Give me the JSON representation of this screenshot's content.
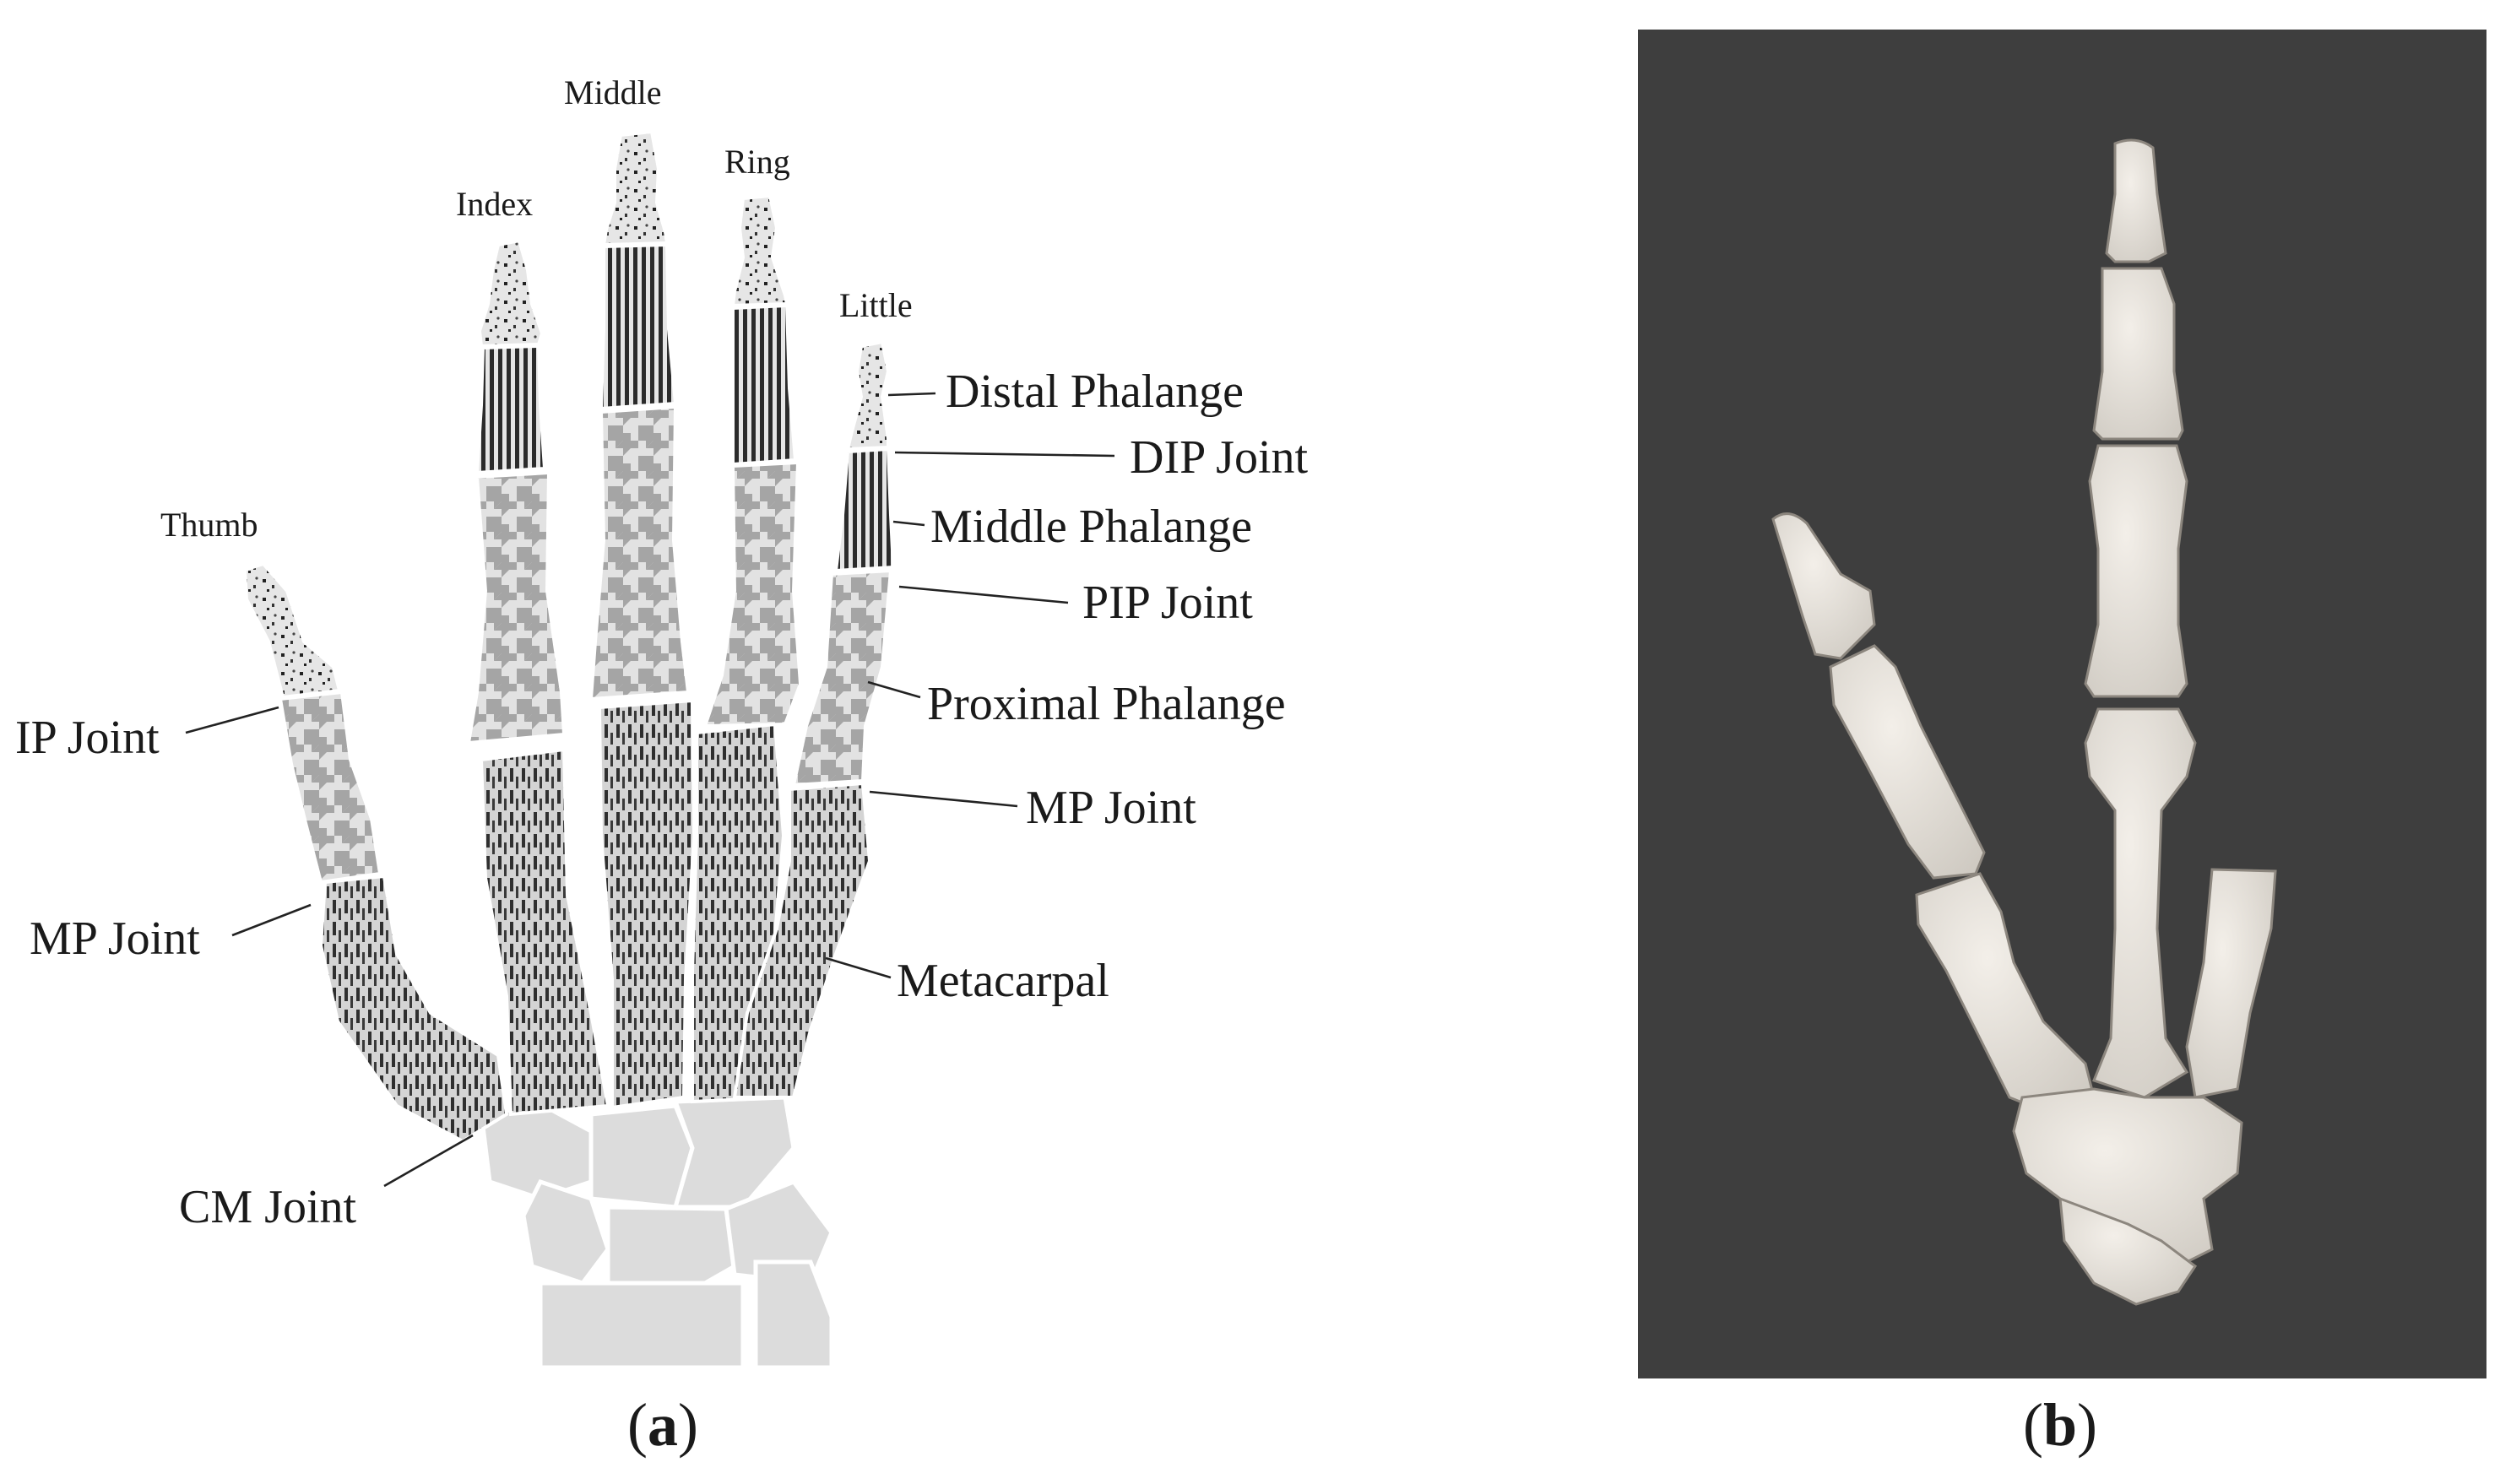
{
  "panel_a": {
    "fingers": {
      "thumb": "Thumb",
      "index": "Index",
      "middle": "Middle",
      "ring": "Ring",
      "little": "Little"
    },
    "labels": {
      "distal_phalange": "Distal Phalange",
      "dip_joint": "DIP Joint",
      "middle_phalange": "Middle Phalange",
      "pip_joint": "PIP Joint",
      "proximal_phalange": "Proximal Phalange",
      "mp_joint_right": "MP Joint",
      "metacarpal": "Metacarpal",
      "ip_joint": "IP Joint",
      "mp_joint_left": "MP Joint",
      "cm_joint": "CM Joint"
    },
    "caption": {
      "open": "(",
      "letter": "a",
      "close": ")"
    }
  },
  "panel_b": {
    "caption": {
      "open": "(",
      "letter": "b",
      "close": ")"
    }
  },
  "colors": {
    "bone_light": "#dcdcdc",
    "bone_dark_fill": "#6e6e6e",
    "render_background": "#3e3e3e",
    "render_bone": "#ebe7e1"
  }
}
